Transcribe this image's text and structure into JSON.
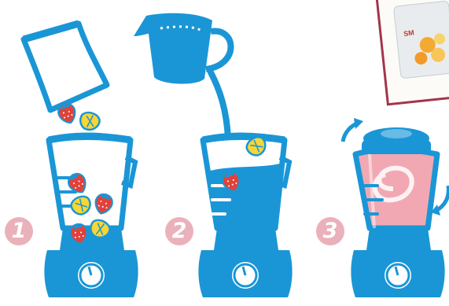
{
  "steps": [
    {
      "number": "1"
    },
    {
      "number": "2"
    },
    {
      "number": "3"
    }
  ],
  "product_label": "SM",
  "colors": {
    "outline_blue": "#1a96d6",
    "liquid_blue": "#1a96d6",
    "smoothie_pink": "#f2a8b2",
    "badge_pink": "#eab1bb",
    "strawberry_red": "#e0423b",
    "pineapple_yellow": "#f7d635",
    "photo_frame": "#a2354a"
  },
  "icons": [
    "fruit-bag-icon",
    "water-jug-icon",
    "strawberry-icon",
    "pineapple-chunk-icon",
    "blender-icon",
    "rotate-arrow-icon"
  ]
}
